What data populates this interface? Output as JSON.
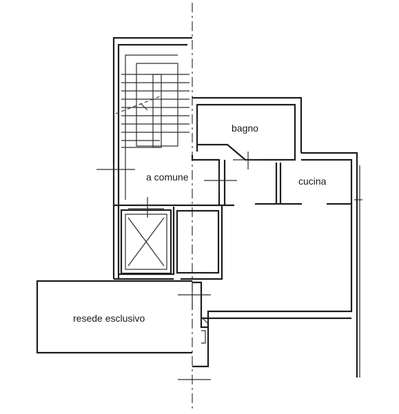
{
  "rooms": {
    "bagno": "bagno",
    "comune": "a comune",
    "cucina": "cucina",
    "resede": "resede esclusivo"
  }
}
